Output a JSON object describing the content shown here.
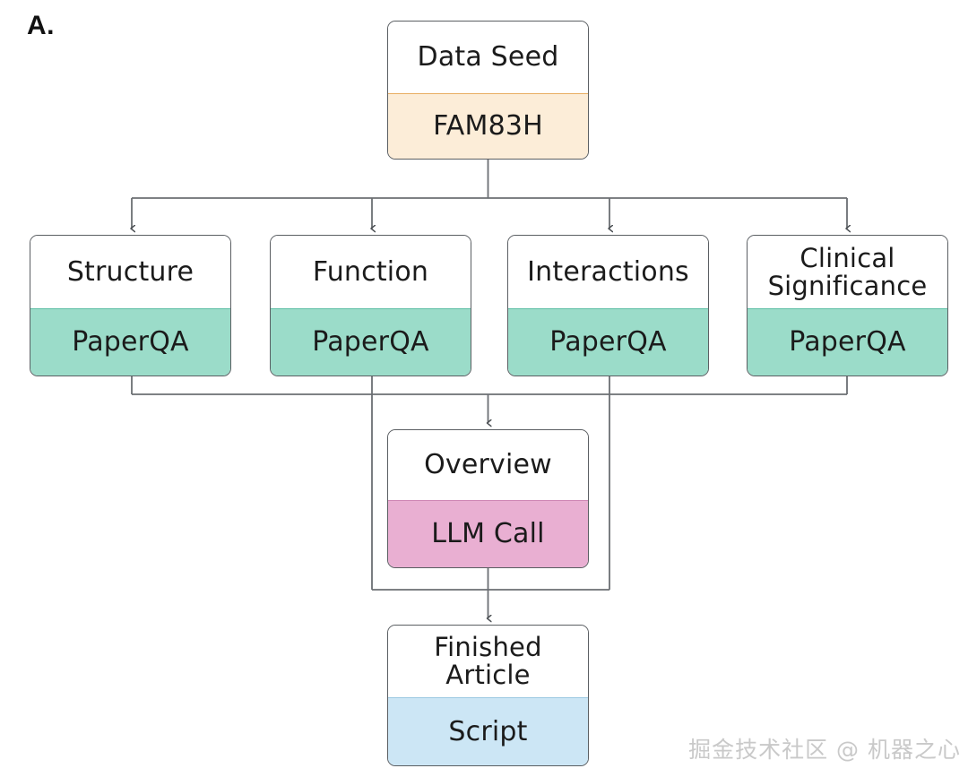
{
  "figure": {
    "panel_label": "A.",
    "watermark": "掘金技术社区 @ 机器之心"
  },
  "colors": {
    "seed_fill": "#FCEDD8",
    "paperqa_fill": "#9BDCC9",
    "llm_fill": "#E9AFD2",
    "script_fill": "#CCE6F5",
    "box_border": "#5b5f63",
    "wire": "#6b6f73",
    "text": "#1b1b1b"
  },
  "nodes": {
    "seed": {
      "title": "Data Seed",
      "body": "FAM83H"
    },
    "branches": [
      {
        "title": "Structure",
        "body": "PaperQA"
      },
      {
        "title": "Function",
        "body": "PaperQA"
      },
      {
        "title": "Interactions",
        "body": "PaperQA"
      },
      {
        "title": "Clinical\nSignificance",
        "title_line1": "Clinical",
        "title_line2": "Significance",
        "body": "PaperQA"
      }
    ],
    "overview": {
      "title": "Overview",
      "body": "LLM Call"
    },
    "finished": {
      "title_line1": "Finished",
      "title_line2": "Article",
      "body": "Script"
    }
  },
  "edges": [
    {
      "from": "seed",
      "to": "structure",
      "kind": "arrow"
    },
    {
      "from": "seed",
      "to": "function",
      "kind": "arrow"
    },
    {
      "from": "seed",
      "to": "interactions",
      "kind": "arrow"
    },
    {
      "from": "seed",
      "to": "clinical",
      "kind": "arrow"
    },
    {
      "from": "branches",
      "to": "overview",
      "kind": "arrow"
    },
    {
      "from": "overview",
      "to": "finished",
      "kind": "arrow"
    }
  ]
}
